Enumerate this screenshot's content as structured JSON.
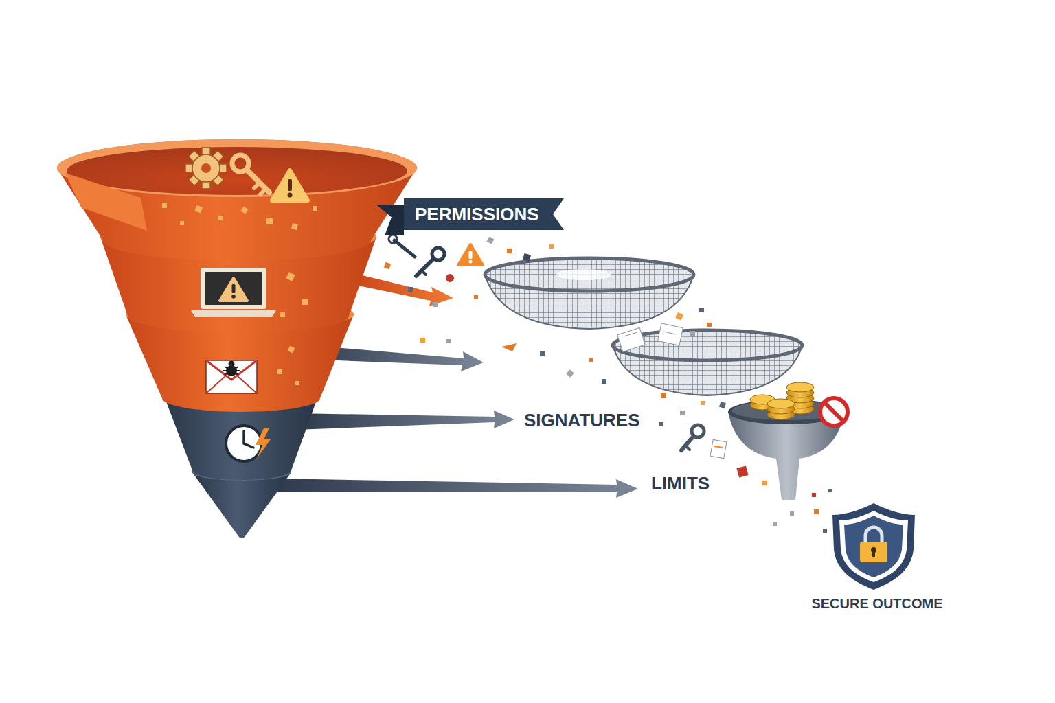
{
  "diagram": {
    "nodes": [
      {
        "text": [
          "PERMISSIONS"
        ]
      }
    ],
    "labels": [
      "SIGNATURES",
      "LIMITS",
      "SECURE OUTCOME"
    ]
  }
}
